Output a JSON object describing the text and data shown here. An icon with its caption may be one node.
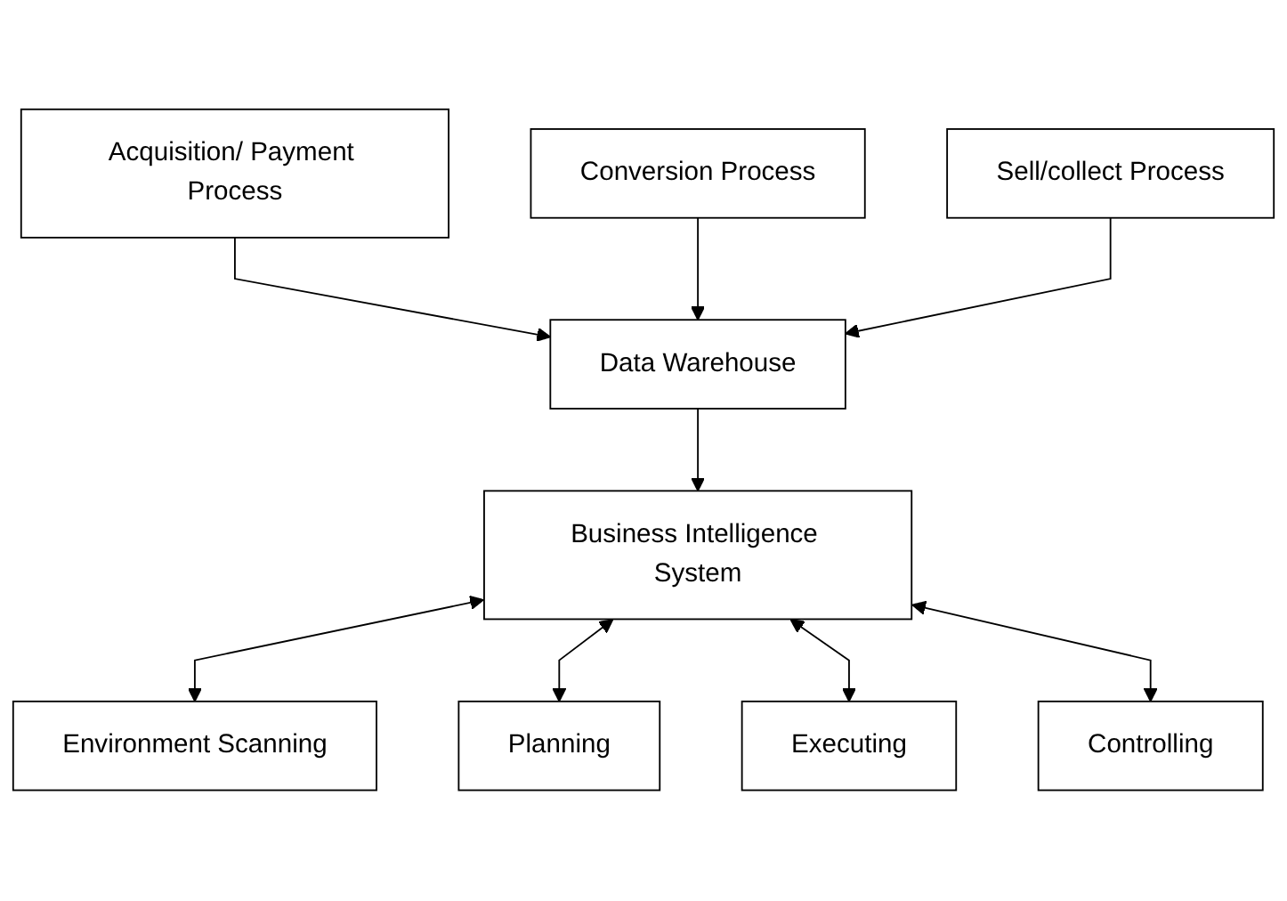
{
  "diagram": {
    "nodes": [
      {
        "text": [
          "Acquisition/ Payment Process"
        ]
      },
      {
        "text": [
          "Conversion Process"
        ]
      },
      {
        "text": [
          "Sell/collect Process"
        ]
      },
      {
        "text": [
          "Data Warehouse"
        ]
      },
      {
        "text": [
          "Business Intelligence System"
        ]
      },
      {
        "text": [
          "Environment Scanning"
        ]
      },
      {
        "text": [
          "Planning"
        ]
      },
      {
        "text": [
          "Executing"
        ]
      },
      {
        "text": [
          "Controlling"
        ]
      }
    ],
    "edges": [
      {
        "from": 0,
        "to": 3,
        "arrow": "to"
      },
      {
        "from": 1,
        "to": 3,
        "arrow": "to"
      },
      {
        "from": 2,
        "to": 3,
        "arrow": "to"
      },
      {
        "from": 3,
        "to": 4,
        "arrow": "to"
      },
      {
        "from": 4,
        "to": 5,
        "arrow": "both"
      },
      {
        "from": 4,
        "to": 6,
        "arrow": "both"
      },
      {
        "from": 4,
        "to": 7,
        "arrow": "both"
      },
      {
        "from": 4,
        "to": 8,
        "arrow": "both"
      }
    ]
  }
}
